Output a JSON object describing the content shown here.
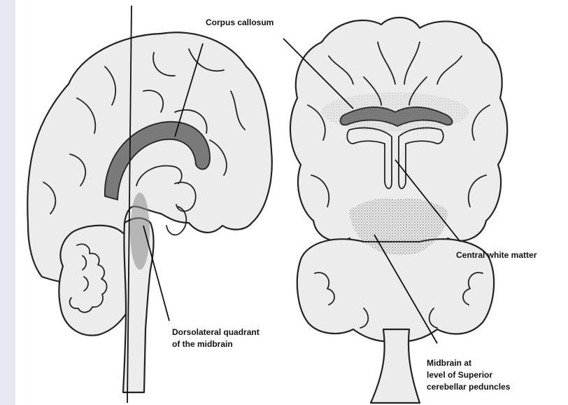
{
  "labels": {
    "corpus_callosum": "Corpus callosum",
    "central_white_matter": "Central white matter",
    "dorsolateral_line1": "Dorsolateral quadrant",
    "dorsolateral_line2": "of the midbrain",
    "midbrain_line1": "Midbrain at",
    "midbrain_line2": "level of Superior",
    "midbrain_line3": "cerebellar peduncles"
  },
  "colors": {
    "outline": "#222222",
    "tissue": "#ececec",
    "lesion": "#7a7a7a",
    "background": "#ffffff"
  }
}
